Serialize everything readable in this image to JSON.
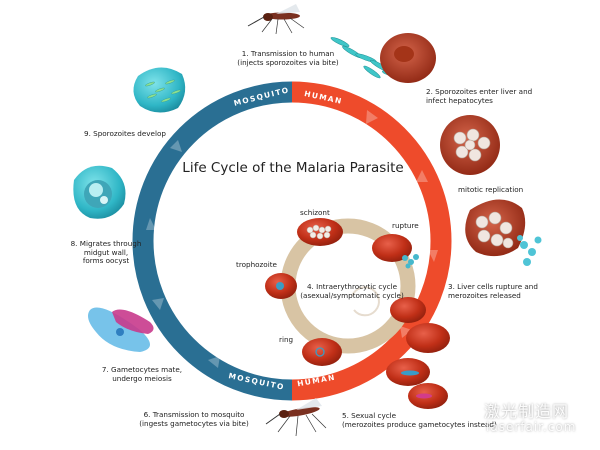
{
  "title": "Life Cycle of the Malaria Parasite",
  "arc_labels": {
    "mosquito_top": "MOSQUITO",
    "human_top": "HUMAN",
    "mosquito_bottom": "MOSQUITO",
    "human_bottom": "HUMAN"
  },
  "steps": {
    "step1": "1. Transmission to human\n(injects sporozoites via bite)",
    "step2": "2. Sporozoites enter liver and\ninfect hepatocytes",
    "mitotic": "mitotic replication",
    "step3": "3. Liver cells rupture and\nmerozoites released",
    "step4": "4. Intraerythrocytic cycle\n(asexual/symptomatic cycle)",
    "step5": "5. Sexual cycle\n(merozoites produce gametocytes instead)",
    "step6": "6. Transmission to mosquito\n(ingests gametocytes via bite)",
    "step7": "7. Gametocytes mate,\nundergo meiosis",
    "step8": "8. Migrates through\nmidgut wall,\nforms oocyst",
    "step9": "9. Sporozoites develop"
  },
  "inner_labels": {
    "schizont": "schizont",
    "rupture": "rupture",
    "trophozoite": "trophozoite",
    "ring": "ring"
  },
  "watermark": {
    "cn": "激光制造网",
    "site": "laserfair.com"
  },
  "colors": {
    "mosquito_arc": "#2a6f93",
    "human_arc": "#ee4b2b",
    "inner_ring": "#d8c4a4",
    "cell_red": "#c2361a"
  }
}
